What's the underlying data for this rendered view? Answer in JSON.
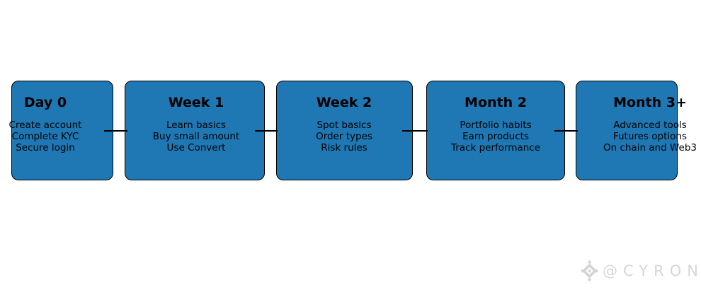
{
  "diagram": {
    "background": "#ffffff",
    "box_fill_color": "#1f77b4",
    "box_border_color": "#000000",
    "text_color": "#000000",
    "stages": [
      {
        "title": "Day 0",
        "lines": [
          "Create account",
          "Complete KYC",
          "Secure login"
        ]
      },
      {
        "title": "Week 1",
        "lines": [
          "Learn basics",
          "Buy small amount",
          "Use Convert"
        ]
      },
      {
        "title": "Week 2",
        "lines": [
          "Spot basics",
          "Order types",
          "Risk rules"
        ]
      },
      {
        "title": "Month 2",
        "lines": [
          "Portfolio habits",
          "Earn products",
          "Track performance"
        ]
      },
      {
        "title": "Month 3+",
        "lines": [
          "Advanced tools",
          "Futures options",
          "On chain and Web3"
        ]
      }
    ]
  },
  "watermark": {
    "handle": "@CYRON",
    "logo": "binance-diamond-logo",
    "color": "#d6d6d6"
  }
}
